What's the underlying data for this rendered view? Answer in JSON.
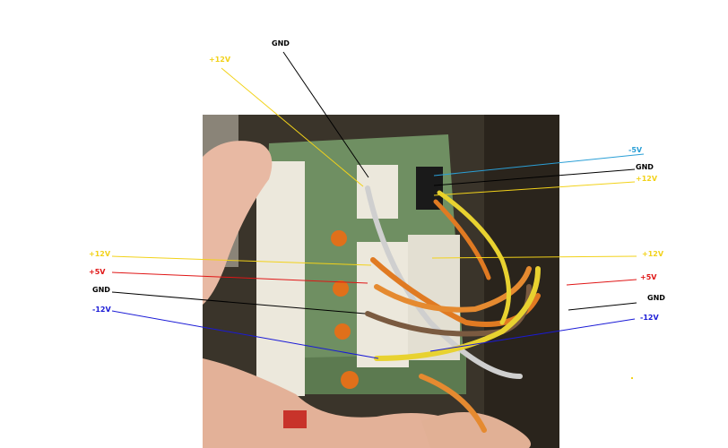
{
  "labels": {
    "top_gnd": "GND",
    "top_12v": "+12V",
    "right_neg5v": "-5V",
    "right_gnd_a": "GND",
    "right_12v_a": "+12V",
    "left_12v": "+12V",
    "left_5v": "+5V",
    "left_gnd": "GND",
    "left_neg12v": "-12V",
    "right_12v_b": "+12V",
    "right_5v": "+5V",
    "right_gnd_b": "GND",
    "right_neg12v": "-12V"
  },
  "colors": {
    "plus12v": "#f2d21a",
    "plus5v": "#e01616",
    "gnd": "#000000",
    "minus12v": "#1a1ad6",
    "minus5v": "#2a9fd6",
    "photo_background": "#3a342a",
    "pcb_green": "#6f8f62",
    "connector_white": "#ece8dc",
    "capacitor_orange": "#e0701a"
  },
  "photo": {
    "subject": "power-supply-connector-board",
    "connector": "white-molex-connector",
    "wire_colors": [
      "white",
      "orange",
      "brown",
      "yellow",
      "grey"
    ]
  }
}
